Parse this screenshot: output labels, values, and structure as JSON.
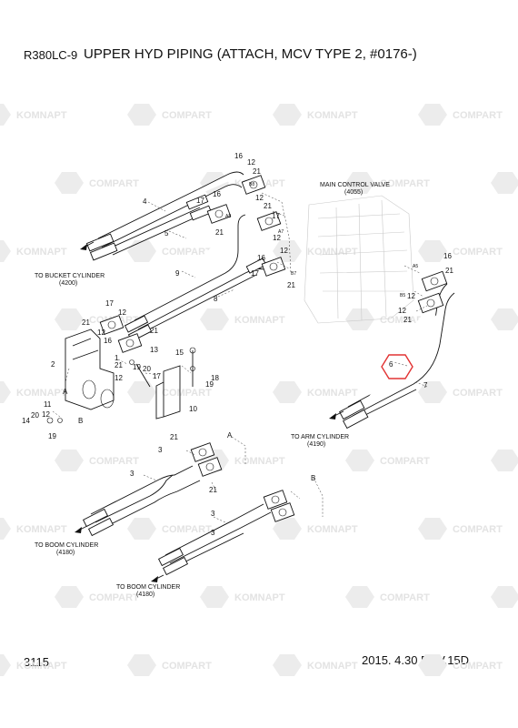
{
  "header": {
    "model": "R380LC-9",
    "title": "UPPER HYD PIPING (ATTACH, MCV TYPE 2, #0176-)"
  },
  "footer": {
    "page_number": "3115",
    "revision": "2015. 4.30  REV.15D"
  },
  "watermarks": {
    "komnapt": "KOMNAPT",
    "compart": "COMPART"
  },
  "callouts": {
    "main_control_valve": "MAIN CONTROL VALVE",
    "main_control_valve_ref": "(4055)",
    "to_bucket": "TO BUCKET CYLINDER",
    "to_bucket_ref": "(4200)",
    "to_arm": "TO ARM CYLINDER",
    "to_arm_ref": "(4190)",
    "to_boom_1": "TO BOOM CYLINDER",
    "to_boom_1_ref": "(4180)",
    "to_boom_2": "TO BOOM CYLINDER",
    "to_boom_2_ref": "(4180)"
  },
  "ports": {
    "a8": "A8",
    "b8": "B8",
    "a7": "A7",
    "b7": "B7",
    "a5": "A5",
    "b5": "B5"
  },
  "view_labels": {
    "a_top": "A",
    "b_top": "B",
    "a_left": "A",
    "b_left": "B"
  },
  "part_numbers": {
    "p1": "1",
    "p2": "2",
    "p3a": "3",
    "p3b": "3",
    "p3c": "3",
    "p3d": "3",
    "p4": "4",
    "p5": "5",
    "p6": "6",
    "p7": "7",
    "p8": "8",
    "p9": "9",
    "p10": "10",
    "p11": "11",
    "p12a": "12",
    "p12b": "12",
    "p12c": "12",
    "p12d": "12",
    "p12e": "12",
    "p12f": "12",
    "p12g": "12",
    "p12h": "12",
    "p12i": "12",
    "p12j": "12",
    "p13": "13",
    "p14": "14",
    "p15": "15",
    "p16a": "16",
    "p16b": "16",
    "p16c": "16",
    "p16d": "16",
    "p16e": "16",
    "p17a": "17",
    "p17b": "17",
    "p17c": "17",
    "p17d": "17",
    "p17e": "17",
    "p18": "18",
    "p19a": "19",
    "p19b": "19",
    "p19c": "19",
    "p20a": "20",
    "p20b": "20",
    "p21a": "21",
    "p21b": "21",
    "p21c": "21",
    "p21d": "21",
    "p21e": "21",
    "p21f": "21",
    "p21g": "21",
    "p21h": "21",
    "p21i": "21",
    "p21j": "21",
    "p21k": "21"
  }
}
